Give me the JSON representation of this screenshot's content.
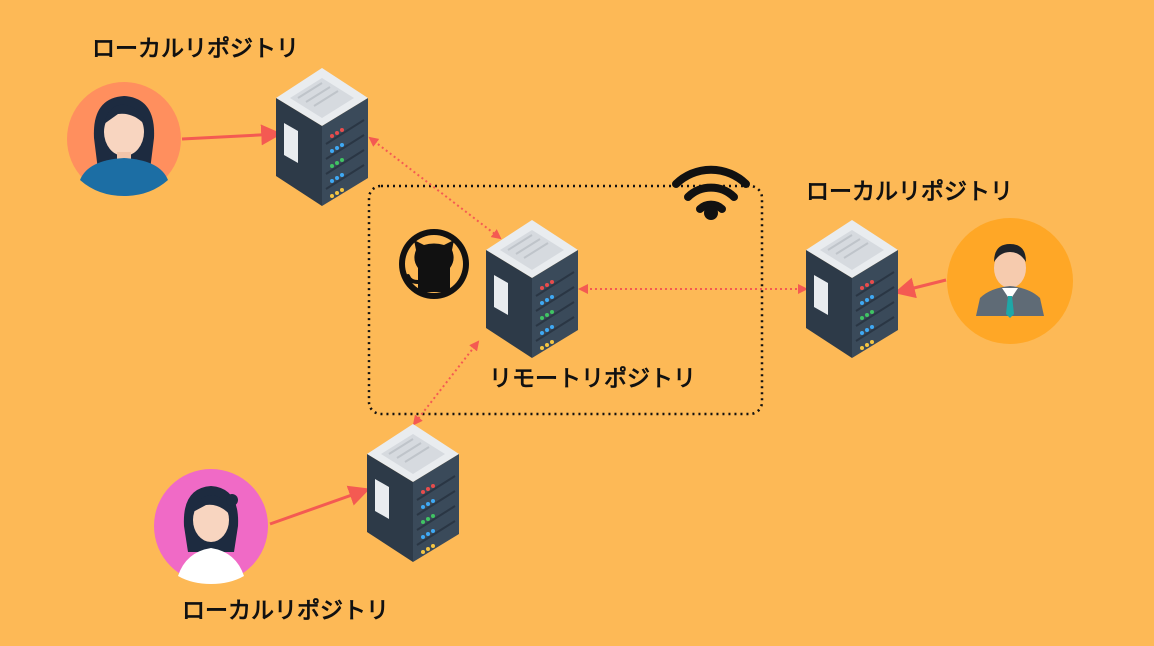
{
  "labels": {
    "local_top_left": "ローカルリポジトリ",
    "local_right": "ローカルリポジトリ",
    "local_bottom": "ローカルリポジトリ",
    "remote": "リモートリポジトリ"
  },
  "colors": {
    "background": "#FDB956",
    "arrow": "#F45A52",
    "server_body": "#3A4A5A",
    "server_side": "#2D3A48",
    "avatar_top_left_bg": "#FF8F5E",
    "avatar_right_bg": "#FFA726",
    "avatar_bottom_bg": "#F06AC6"
  },
  "icons": {
    "wifi": "wifi-icon",
    "github": "github-octocat-icon"
  }
}
